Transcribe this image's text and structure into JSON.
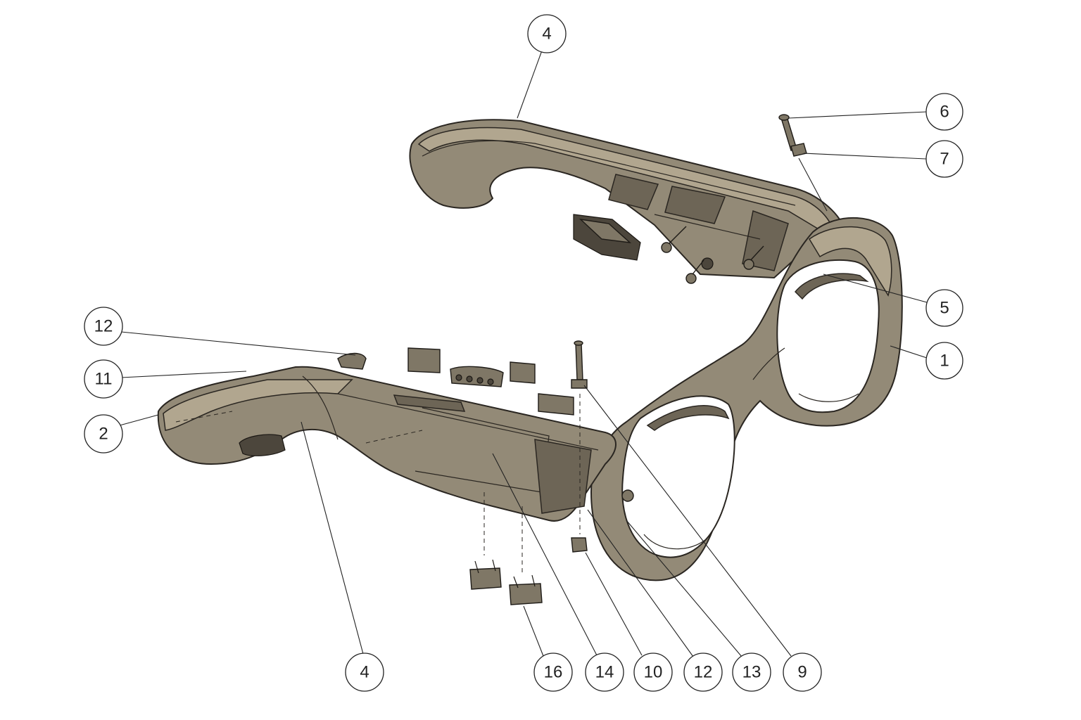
{
  "balloons": [
    {
      "id": "b-4-top",
      "label": "4"
    },
    {
      "id": "b-6",
      "label": "6"
    },
    {
      "id": "b-7",
      "label": "7"
    },
    {
      "id": "b-5",
      "label": "5"
    },
    {
      "id": "b-1",
      "label": "1"
    },
    {
      "id": "b-12-left",
      "label": "12"
    },
    {
      "id": "b-11",
      "label": "11"
    },
    {
      "id": "b-2",
      "label": "2"
    },
    {
      "id": "b-4-bottom",
      "label": "4"
    },
    {
      "id": "b-16",
      "label": "16"
    },
    {
      "id": "b-14",
      "label": "14"
    },
    {
      "id": "b-10",
      "label": "10"
    },
    {
      "id": "b-12-bottom",
      "label": "12"
    },
    {
      "id": "b-13",
      "label": "13"
    },
    {
      "id": "b-9",
      "label": "9"
    }
  ],
  "colors": {
    "part_body": "#938a77",
    "part_highlight": "#b1a68f",
    "part_shadow": "#6d6556",
    "line": "#222222",
    "background": "#ffffff"
  }
}
